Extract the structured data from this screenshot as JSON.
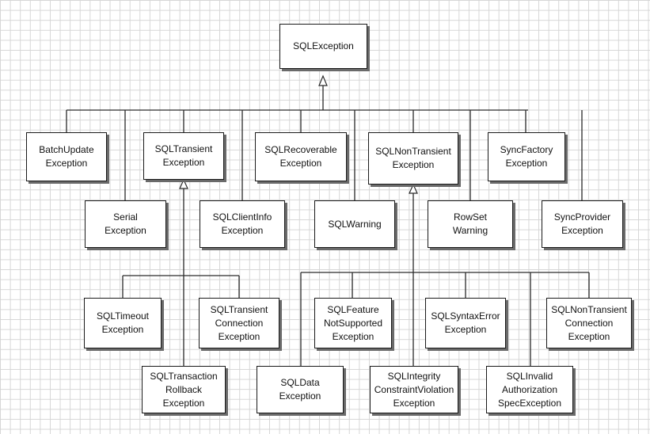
{
  "nodes": {
    "sql_exception": "SQLException",
    "batch_update_exception": "BatchUpdate\nException",
    "sql_transient_exception": "SQLTransient\nException",
    "sql_recoverable_exception": "SQLRecoverable\nException",
    "sql_non_transient_exception": "SQLNonTransient\nException",
    "sync_factory_exception": "SyncFactory\nException",
    "serial_exception": "Serial\nException",
    "sql_client_info_exception": "SQLClientInfo\nException",
    "sql_warning": "SQLWarning",
    "rowset_warning": "RowSet\nWarning",
    "sync_provider_exception": "SyncProvider\nException",
    "sql_timeout_exception": "SQLTimeout\nException",
    "sql_transient_connection_exception": "SQLTransient\nConnection\nException",
    "sql_transaction_rollback_exception": "SQLTransaction\nRollback\nException",
    "sql_feature_not_supported_exception": "SQLFeature\nNotSupported\nException",
    "sql_syntax_error_exception": "SQLSyntaxError\nException",
    "sql_non_transient_connection_exception": "SQLNonTransient\nConnection\nException",
    "sql_data_exception": "SQLData\nException",
    "sql_integrity_constraint_violation_exception": "SQLIntegrity\nConstraintViolation\nException",
    "sql_invalid_authorization_spec_exception": "SQLInvalid\nAuthorization\nSpecException"
  }
}
